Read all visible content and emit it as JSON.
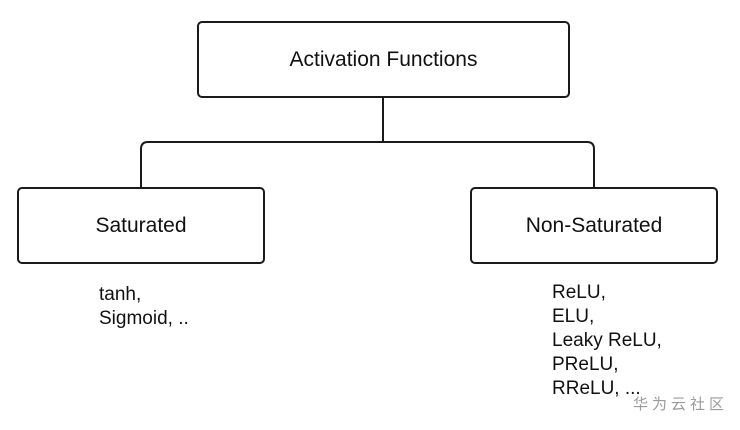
{
  "diagram": {
    "root": {
      "label": "Activation Functions"
    },
    "branches": [
      {
        "label": "Saturated",
        "examples": [
          "tanh,",
          "Sigmoid, .."
        ]
      },
      {
        "label": "Non-Saturated",
        "examples": [
          "ReLU,",
          "ELU,",
          "Leaky ReLU,",
          "PReLU,",
          "RReLU, ..."
        ]
      }
    ]
  },
  "watermark": "华为云社区",
  "colors": {
    "stroke": "#1a1a1a",
    "text": "#111111",
    "watermark": "#9a9a9a",
    "background": "#ffffff"
  }
}
